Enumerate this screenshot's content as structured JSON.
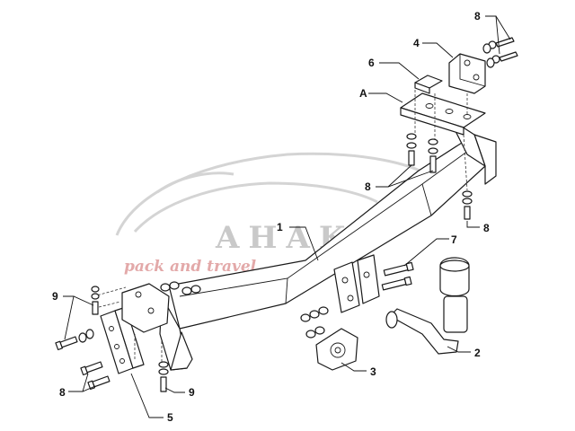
{
  "watermark": {
    "brand": "AHAKA",
    "tagline": "pack and travel",
    "brand_color": "#c9c9c9",
    "tagline_color": "#e3a9a9"
  },
  "callouts": {
    "c1": "1",
    "c2": "2",
    "c3": "3",
    "c4": "4",
    "c5": "5",
    "c6": "6",
    "c7": "7",
    "cA": "A",
    "c8_top": "8",
    "c8_mid": "8",
    "c8_right": "8",
    "c8_left": "8",
    "c9_left": "9",
    "c9_bottom": "9"
  },
  "line_color": "#1a1a1a"
}
